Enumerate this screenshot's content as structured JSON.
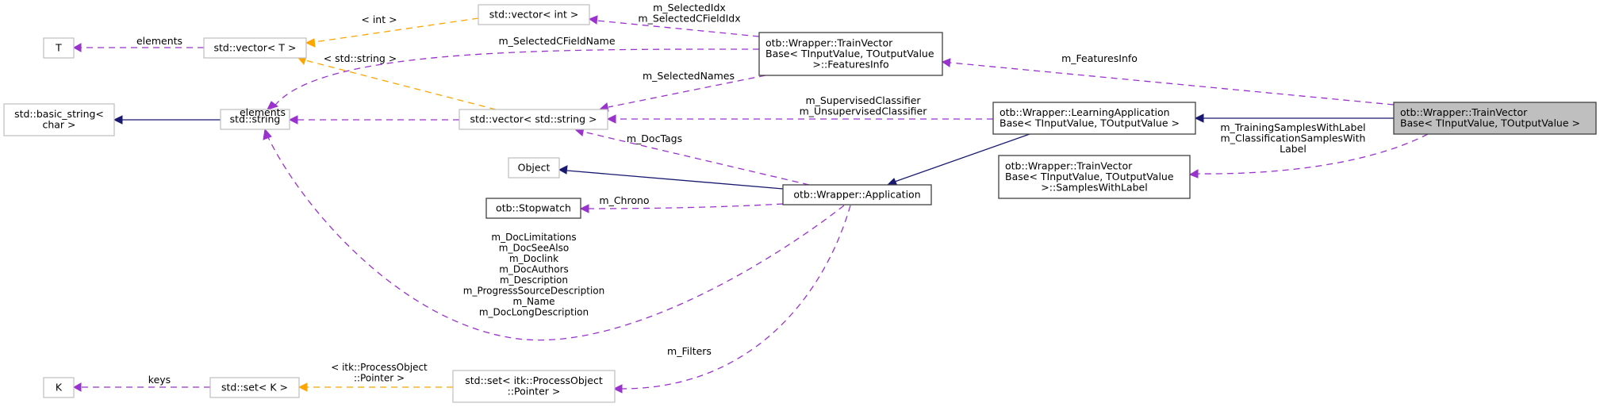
{
  "title": "otb::Wrapper::TrainVectorBase< TInputValue, TOutputValue > collaboration graph",
  "colors": {
    "inheritance_edge": "#191970",
    "usage_edge": "#9a32cd",
    "template_edge": "#ffa500",
    "focus_node_fill": "#bfbfbf",
    "documented_node_border": "#404040",
    "undocumented_node_border": "#bfbfbf"
  },
  "nodes": {
    "T": {
      "lines": [
        "T"
      ],
      "style": "undocumented"
    },
    "vector_T": {
      "lines": [
        "std::vector< T >"
      ],
      "style": "undocumented"
    },
    "vector_int": {
      "lines": [
        "std::vector< int >"
      ],
      "style": "undocumented"
    },
    "basic_string": {
      "lines": [
        "std::basic_string<",
        "char >"
      ],
      "style": "undocumented"
    },
    "string": {
      "lines": [
        "std::string"
      ],
      "style": "undocumented"
    },
    "vector_string": {
      "lines": [
        "std::vector< std::string >"
      ],
      "style": "undocumented"
    },
    "object": {
      "lines": [
        "Object"
      ],
      "style": "undocumented"
    },
    "stopwatch": {
      "lines": [
        "otb::Stopwatch"
      ],
      "style": "documented"
    },
    "features_info": {
      "lines": [
        "otb::Wrapper::TrainVector",
        "Base< TInputValue, TOutputValue",
        ">::FeaturesInfo"
      ],
      "style": "documented"
    },
    "learning_app": {
      "lines": [
        "otb::Wrapper::LearningApplication",
        "Base< TInputValue, TOutputValue >"
      ],
      "style": "documented"
    },
    "application": {
      "lines": [
        "otb::Wrapper::Application"
      ],
      "style": "documented"
    },
    "samples_with_label": {
      "lines": [
        "otb::Wrapper::TrainVector",
        "Base< TInputValue, TOutputValue",
        ">::SamplesWithLabel"
      ],
      "style": "documented"
    },
    "train_vector_base": {
      "lines": [
        "otb::Wrapper::TrainVector",
        "Base< TInputValue, TOutputValue >"
      ],
      "style": "focus"
    },
    "K": {
      "lines": [
        "K"
      ],
      "style": "undocumented"
    },
    "set_K": {
      "lines": [
        "std::set< K >"
      ],
      "style": "undocumented"
    },
    "set_process": {
      "lines": [
        "std::set< itk::ProcessObject",
        "::Pointer >"
      ],
      "style": "undocumented"
    }
  },
  "edges": [
    {
      "from": "vector_T",
      "to": "T",
      "kind": "usage",
      "label": [
        "elements"
      ]
    },
    {
      "from": "vector_int",
      "to": "vector_T",
      "kind": "template",
      "label": [
        "< int >"
      ]
    },
    {
      "from": "vector_string",
      "to": "vector_T",
      "kind": "template",
      "label": [
        "< std::string >"
      ]
    },
    {
      "from": "string",
      "to": "basic_string",
      "kind": "inheritance",
      "label": []
    },
    {
      "from": "vector_string",
      "to": "string",
      "kind": "usage",
      "label": [
        "elements"
      ]
    },
    {
      "from": "features_info",
      "to": "string",
      "kind": "usage",
      "label": [
        "m_SelectedCFieldName"
      ]
    },
    {
      "from": "features_info",
      "to": "vector_int",
      "kind": "usage",
      "label": [
        "m_SelectedIdx",
        "m_SelectedCFieldIdx"
      ]
    },
    {
      "from": "features_info",
      "to": "vector_string",
      "kind": "usage",
      "label": [
        "m_SelectedNames"
      ]
    },
    {
      "from": "learning_app",
      "to": "vector_string",
      "kind": "usage",
      "label": [
        "m_SupervisedClassifier",
        "m_UnsupervisedClassifier"
      ]
    },
    {
      "from": "application",
      "to": "vector_string",
      "kind": "usage",
      "label": [
        "m_DocTags"
      ]
    },
    {
      "from": "application",
      "to": "object",
      "kind": "inheritance",
      "label": []
    },
    {
      "from": "application",
      "to": "stopwatch",
      "kind": "usage",
      "label": [
        "m_Chrono"
      ]
    },
    {
      "from": "application",
      "to": "string",
      "kind": "usage",
      "label": [
        "m_DocLimitations",
        "m_DocSeeAlso",
        "m_Doclink",
        "m_DocAuthors",
        "m_Description",
        "m_ProgressSourceDescription",
        "m_Name",
        "m_DocLongDescription"
      ]
    },
    {
      "from": "application",
      "to": "set_process",
      "kind": "usage",
      "label": [
        "m_Filters"
      ]
    },
    {
      "from": "learning_app",
      "to": "application",
      "kind": "inheritance",
      "label": []
    },
    {
      "from": "train_vector_base",
      "to": "learning_app",
      "kind": "inheritance",
      "label": []
    },
    {
      "from": "train_vector_base",
      "to": "features_info",
      "kind": "usage",
      "label": [
        "m_FeaturesInfo"
      ]
    },
    {
      "from": "train_vector_base",
      "to": "samples_with_label",
      "kind": "usage",
      "label": [
        "m_TrainingSamplesWithLabel",
        "m_ClassificationSamplesWith",
        "Label"
      ]
    },
    {
      "from": "set_process",
      "to": "set_K",
      "kind": "template",
      "label": [
        "< itk::ProcessObject",
        "::Pointer >"
      ]
    },
    {
      "from": "set_K",
      "to": "K",
      "kind": "usage",
      "label": [
        "keys"
      ]
    }
  ]
}
